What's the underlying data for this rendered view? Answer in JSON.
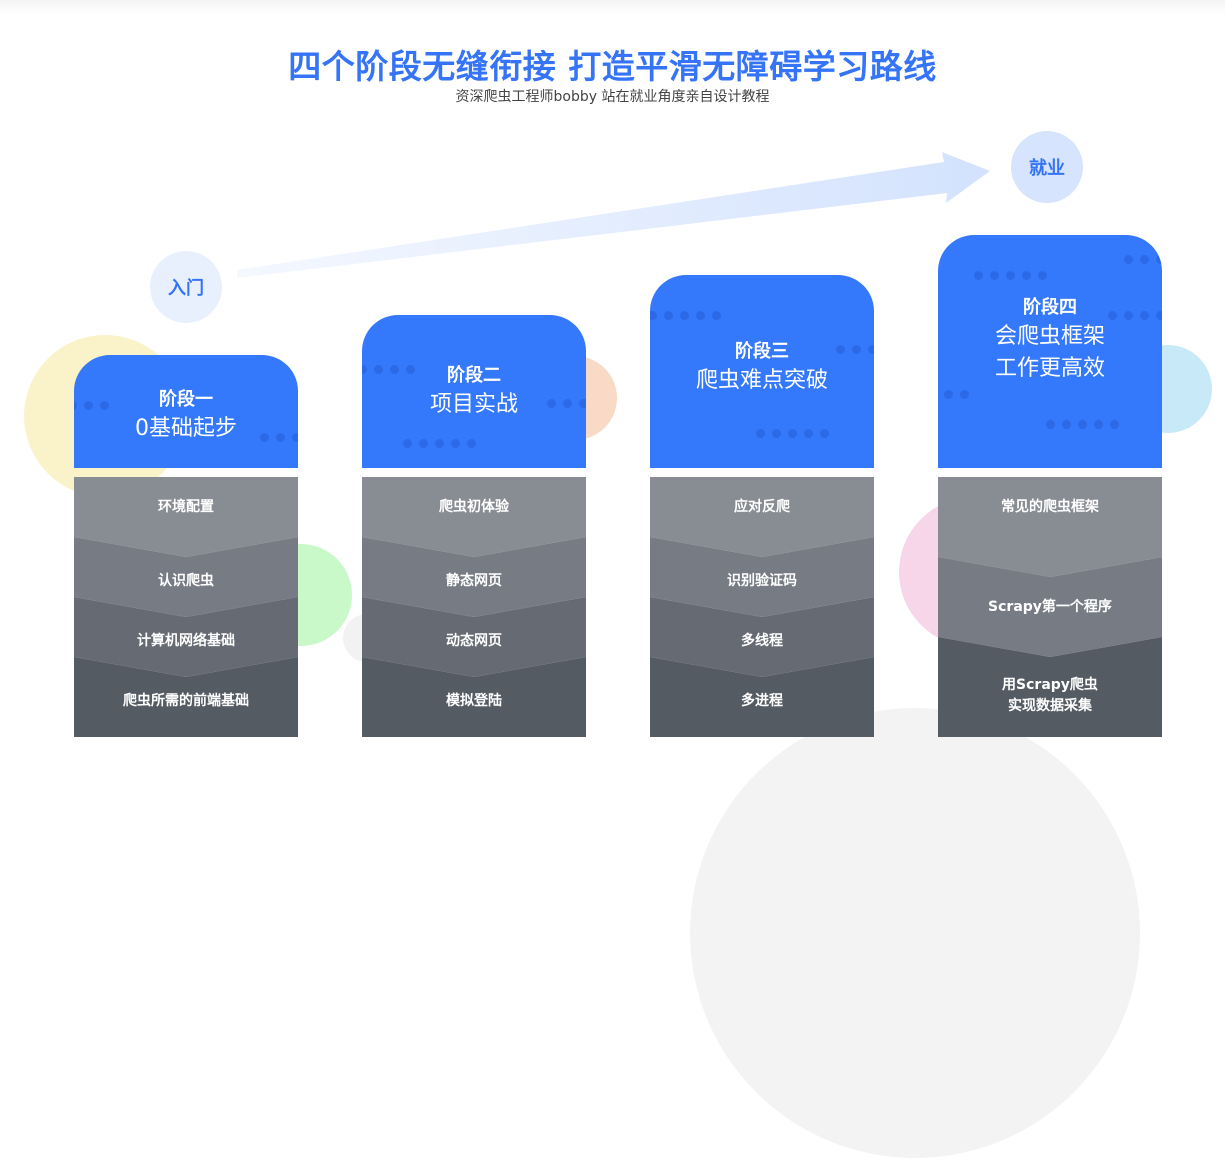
{
  "header": {
    "title": "四个阶段无缝衔接 打造平滑无障碍学习路线",
    "subtitle": "资深爬虫工程师bobby 站在就业角度亲自设计教程"
  },
  "milestones": {
    "start": "入门",
    "end": "就业"
  },
  "colors": {
    "accent": "#3478fb",
    "title": "#3574f6",
    "layer_shades": [
      "#888c93",
      "#777c84",
      "#666b73",
      "#555b63"
    ],
    "decor": {
      "yellow": "#faf2c8",
      "green": "#c9f8c9",
      "peach": "#f9dac6",
      "pink": "#f7d6ea",
      "sky": "#c8e9f8",
      "gray": "#f2f2f2"
    }
  },
  "stages": [
    {
      "name": "阶段一",
      "goal": [
        "0基础起步"
      ],
      "topics": [
        [
          "环境配置"
        ],
        [
          "认识爬虫"
        ],
        [
          "计算机网络基础"
        ],
        [
          "爬虫所需的前端基础"
        ]
      ]
    },
    {
      "name": "阶段二",
      "goal": [
        "项目实战"
      ],
      "topics": [
        [
          "爬虫初体验"
        ],
        [
          "静态网页"
        ],
        [
          "动态网页"
        ],
        [
          "模拟登陆"
        ]
      ]
    },
    {
      "name": "阶段三",
      "goal": [
        "爬虫难点突破"
      ],
      "topics": [
        [
          "应对反爬"
        ],
        [
          "识别验证码"
        ],
        [
          "多线程"
        ],
        [
          "多进程"
        ]
      ]
    },
    {
      "name": "阶段四",
      "goal": [
        "会爬虫框架",
        "工作更高效"
      ],
      "topics": [
        [
          "常见的爬虫框架"
        ],
        [
          "Scrapy第一个程序"
        ],
        [
          "用Scrapy爬虫",
          "实现数据采集"
        ]
      ]
    }
  ]
}
